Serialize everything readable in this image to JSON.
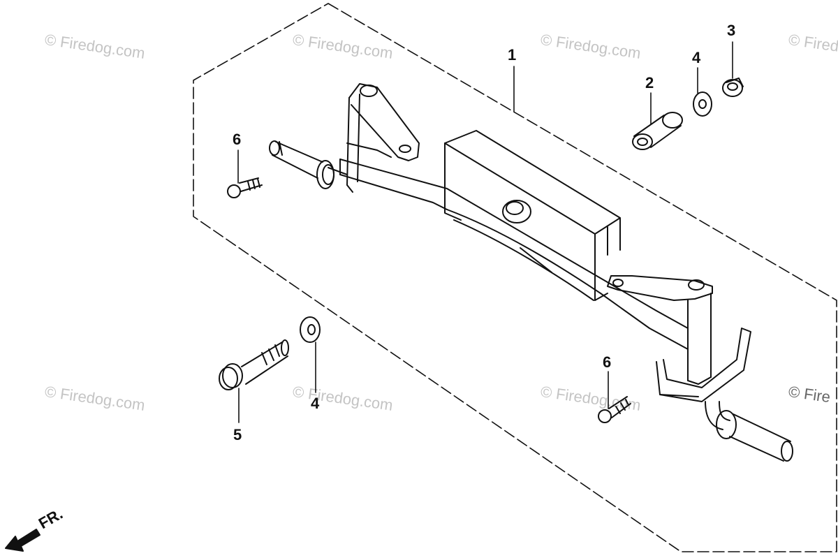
{
  "watermark": "© Firedog.com",
  "watermark_partial": "© Fire",
  "callouts": {
    "c1": "1",
    "c2": "2",
    "c3": "3",
    "c4_top": "4",
    "c4_bottom": "4",
    "c5": "5",
    "c6_left": "6",
    "c6_right": "6"
  },
  "direction": {
    "label": "FR.",
    "icon": "front-direction-arrow-icon"
  }
}
